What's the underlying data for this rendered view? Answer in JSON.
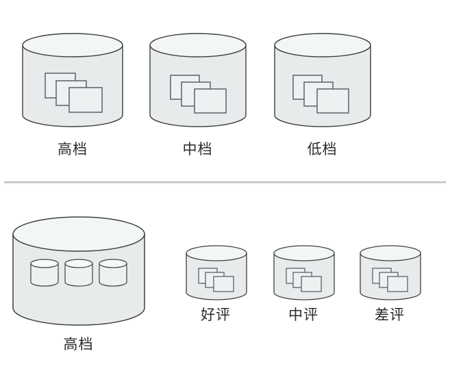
{
  "diagram": {
    "title": "",
    "background_color": "#ffffff",
    "stroke_color": "#3f3f3f",
    "doc_stroke_color": "#5b6166",
    "cylinder_body_fill": "#e8ebec",
    "cylinder_top_fill": "#f2f5f6",
    "doc_fill": "#eef1f2",
    "divider_color": "#a8a8a8",
    "label_color": "#2b2b2b"
  },
  "top_row": {
    "items": [
      {
        "label": "高档",
        "docs": 3
      },
      {
        "label": "中档",
        "docs": 3
      },
      {
        "label": "低档",
        "docs": 3
      }
    ]
  },
  "divider": {
    "name": "section-divider"
  },
  "bottom_row": {
    "big_cylinder": {
      "label": "高档",
      "inner_cylinders": 3
    },
    "items": [
      {
        "label": "好评",
        "docs": 3
      },
      {
        "label": "中评",
        "docs": 3
      },
      {
        "label": "差评",
        "docs": 3
      }
    ]
  }
}
